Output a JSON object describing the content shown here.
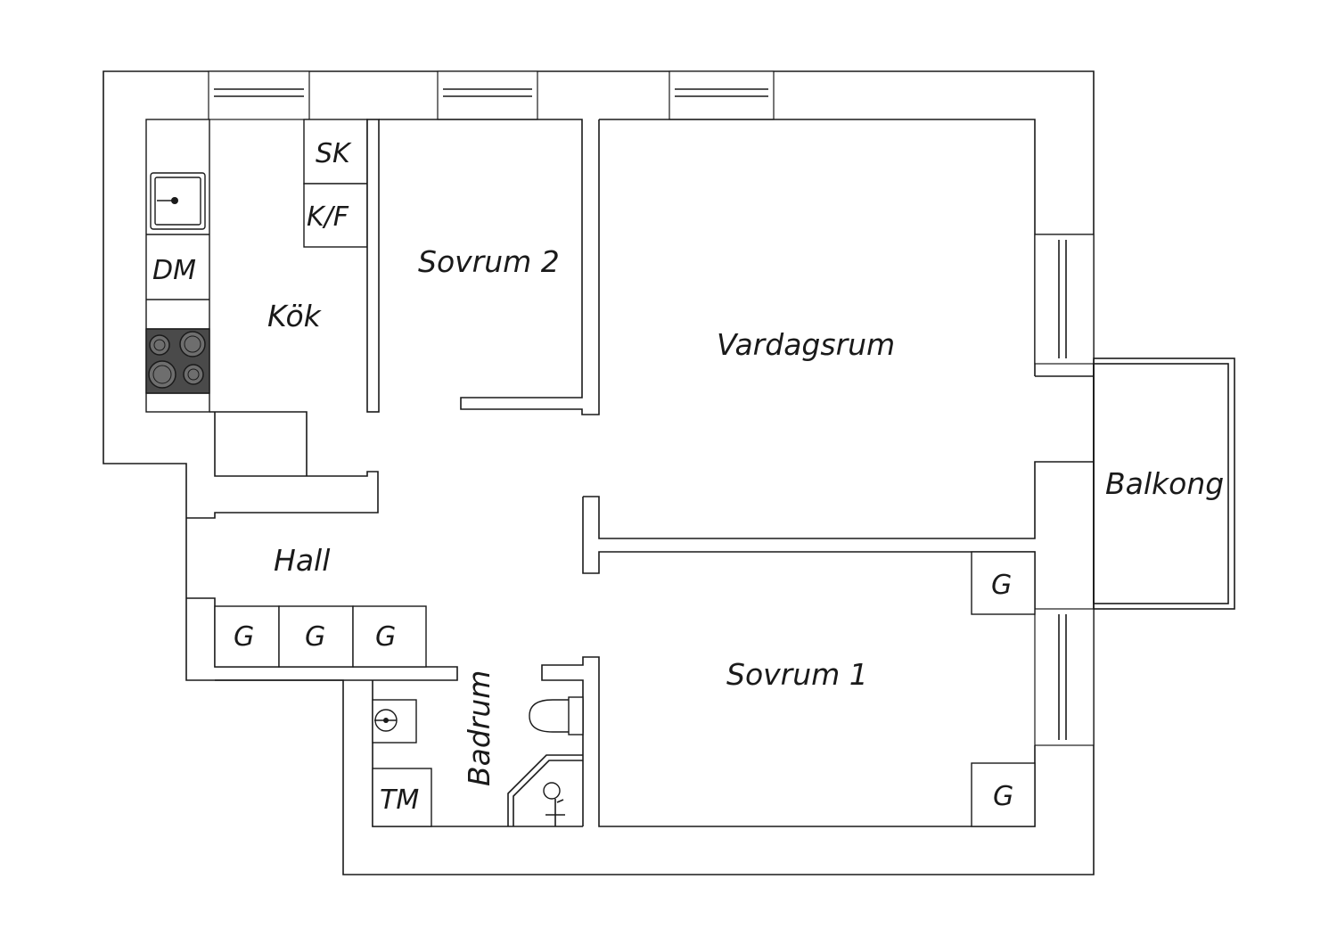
{
  "rooms": {
    "kok": "Kök",
    "sovrum2": "Sovrum 2",
    "vardagsrum": "Vardagsrum",
    "balkong": "Balkong",
    "hall": "Hall",
    "sovrum1": "Sovrum 1",
    "badrum": "Badrum"
  },
  "fixtures": {
    "sk": "SK",
    "kf": "K/F",
    "dm": "DM",
    "tm": "TM",
    "g": "G"
  }
}
